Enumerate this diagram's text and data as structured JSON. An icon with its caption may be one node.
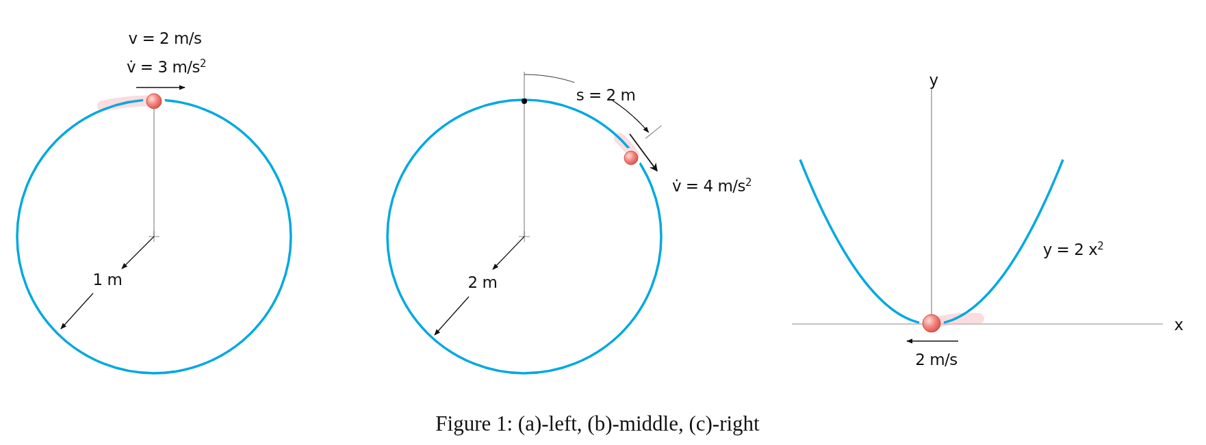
{
  "diagram": {
    "caption": "Figure 1: (a)-left, (b)-middle, (c)-right",
    "labels": [
      "v = 2 m/s",
      "v̇ = 3 m/s$^{2}$",
      "1 m",
      "s = 2 m",
      "v̇ = 4 m/s$^{2}$",
      "2 m",
      "y",
      "y = 2 x$^{2}$",
      "x",
      "2 m/s"
    ]
  }
}
